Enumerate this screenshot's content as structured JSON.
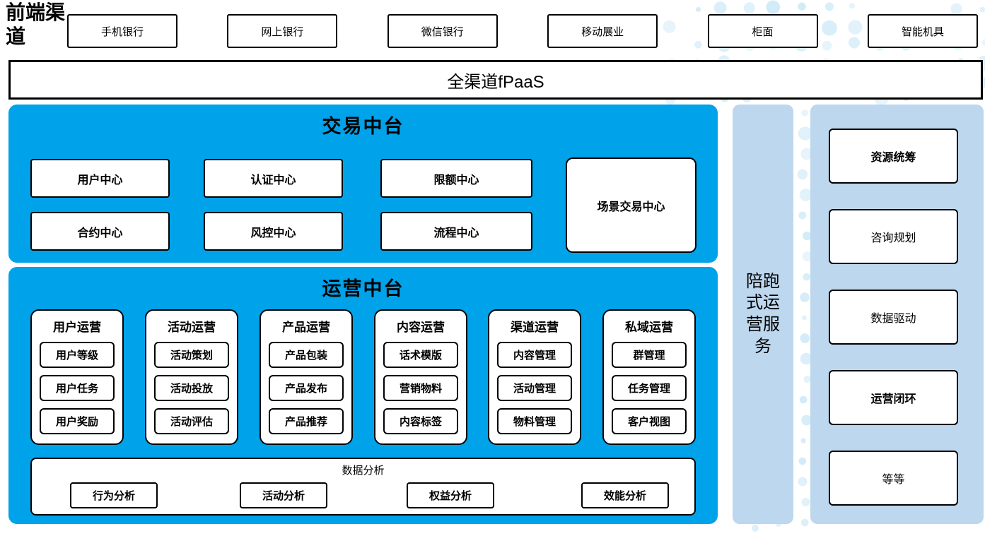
{
  "colors": {
    "accent_blue": "#00a2ea",
    "light_blue": "#bdd7ee",
    "dot_blue": "#cfeaf8"
  },
  "front_channels": {
    "label": "前端渠道",
    "items": [
      "手机银行",
      "网上银行",
      "微信银行",
      "移动展业",
      "柜面",
      "智能机具"
    ]
  },
  "fpaas_bar": {
    "label": "全渠道fPaaS"
  },
  "transaction_platform": {
    "title": "交易中台",
    "row1": [
      "用户中心",
      "认证中心",
      "限额中心"
    ],
    "row2": [
      "合约中心",
      "风控中心",
      "流程中心"
    ],
    "tall_box": "场景交易中心"
  },
  "operation_platform": {
    "title": "运营中台",
    "columns": [
      {
        "title": "用户运营",
        "items": [
          "用户等级",
          "用户任务",
          "用户奖励"
        ]
      },
      {
        "title": "活动运营",
        "items": [
          "活动策划",
          "活动投放",
          "活动评估"
        ]
      },
      {
        "title": "产品运营",
        "items": [
          "产品包装",
          "产品发布",
          "产品推荐"
        ]
      },
      {
        "title": "内容运营",
        "items": [
          "话术模版",
          "营销物料",
          "内容标签"
        ]
      },
      {
        "title": "渠道运营",
        "items": [
          "内容管理",
          "活动管理",
          "物料管理"
        ]
      },
      {
        "title": "私域运营",
        "items": [
          "群管理",
          "任务管理",
          "客户视图"
        ]
      }
    ],
    "data_analysis": {
      "title": "数据分析",
      "items": [
        "行为分析",
        "活动分析",
        "权益分析",
        "效能分析"
      ]
    }
  },
  "companion_bar": {
    "label": "陪跑式运营服务"
  },
  "right_panel": {
    "items": [
      {
        "label": "资源统筹",
        "bold": true
      },
      {
        "label": "咨询规划",
        "bold": false
      },
      {
        "label": "数据驱动",
        "bold": false
      },
      {
        "label": "运营闭环",
        "bold": true
      },
      {
        "label": "等等",
        "bold": false
      }
    ]
  }
}
